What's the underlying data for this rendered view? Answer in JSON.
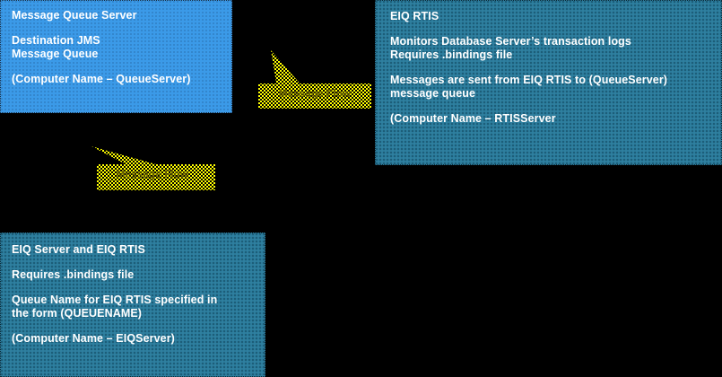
{
  "diagram": {
    "background_color": "#000000",
    "boxes": [
      {
        "id": "message-queue-server",
        "fill_color": "#3b9ae8",
        "paragraphs": [
          [
            "Message Queue Server"
          ],
          [
            "Destination JMS",
            "Message Queue"
          ],
          [
            "(Computer Name – QueueServer)"
          ]
        ]
      },
      {
        "id": "eiq-rtis",
        "fill_color": "#2b7a9b",
        "paragraphs": [
          [
            "EIQ RTIS"
          ],
          [
            "Monitors Database Server’s transaction logs",
            "Requires .bindings file"
          ],
          [
            "Messages are sent from EIQ RTIS to (QueueServer)",
            "message queue"
          ],
          [
            "(Computer Name – RTISServer"
          ]
        ]
      },
      {
        "id": "eiq-server-and-eiq-rtis",
        "fill_color": "#2b7a9b",
        "paragraphs": [
          [
            "EIQ Server and EIQ RTIS"
          ],
          [
            "Requires .bindings file"
          ],
          [
            "Queue Name for EIQ RTIS specified in",
            "the form (QUEUENAME)"
          ],
          [
            "(Computer Name – EIQServer)"
          ]
        ]
      }
    ],
    "callouts": [
      {
        "id": "message-flow-upper",
        "label": "Message Flow",
        "fill_pattern": "yellow-black-checker",
        "fill_color": "#ffff00",
        "pattern_color": "#000000"
      },
      {
        "id": "message-flow-lower",
        "label": "Message Flow",
        "fill_pattern": "yellow-black-checker",
        "fill_color": "#ffff00",
        "pattern_color": "#000000"
      }
    ]
  }
}
